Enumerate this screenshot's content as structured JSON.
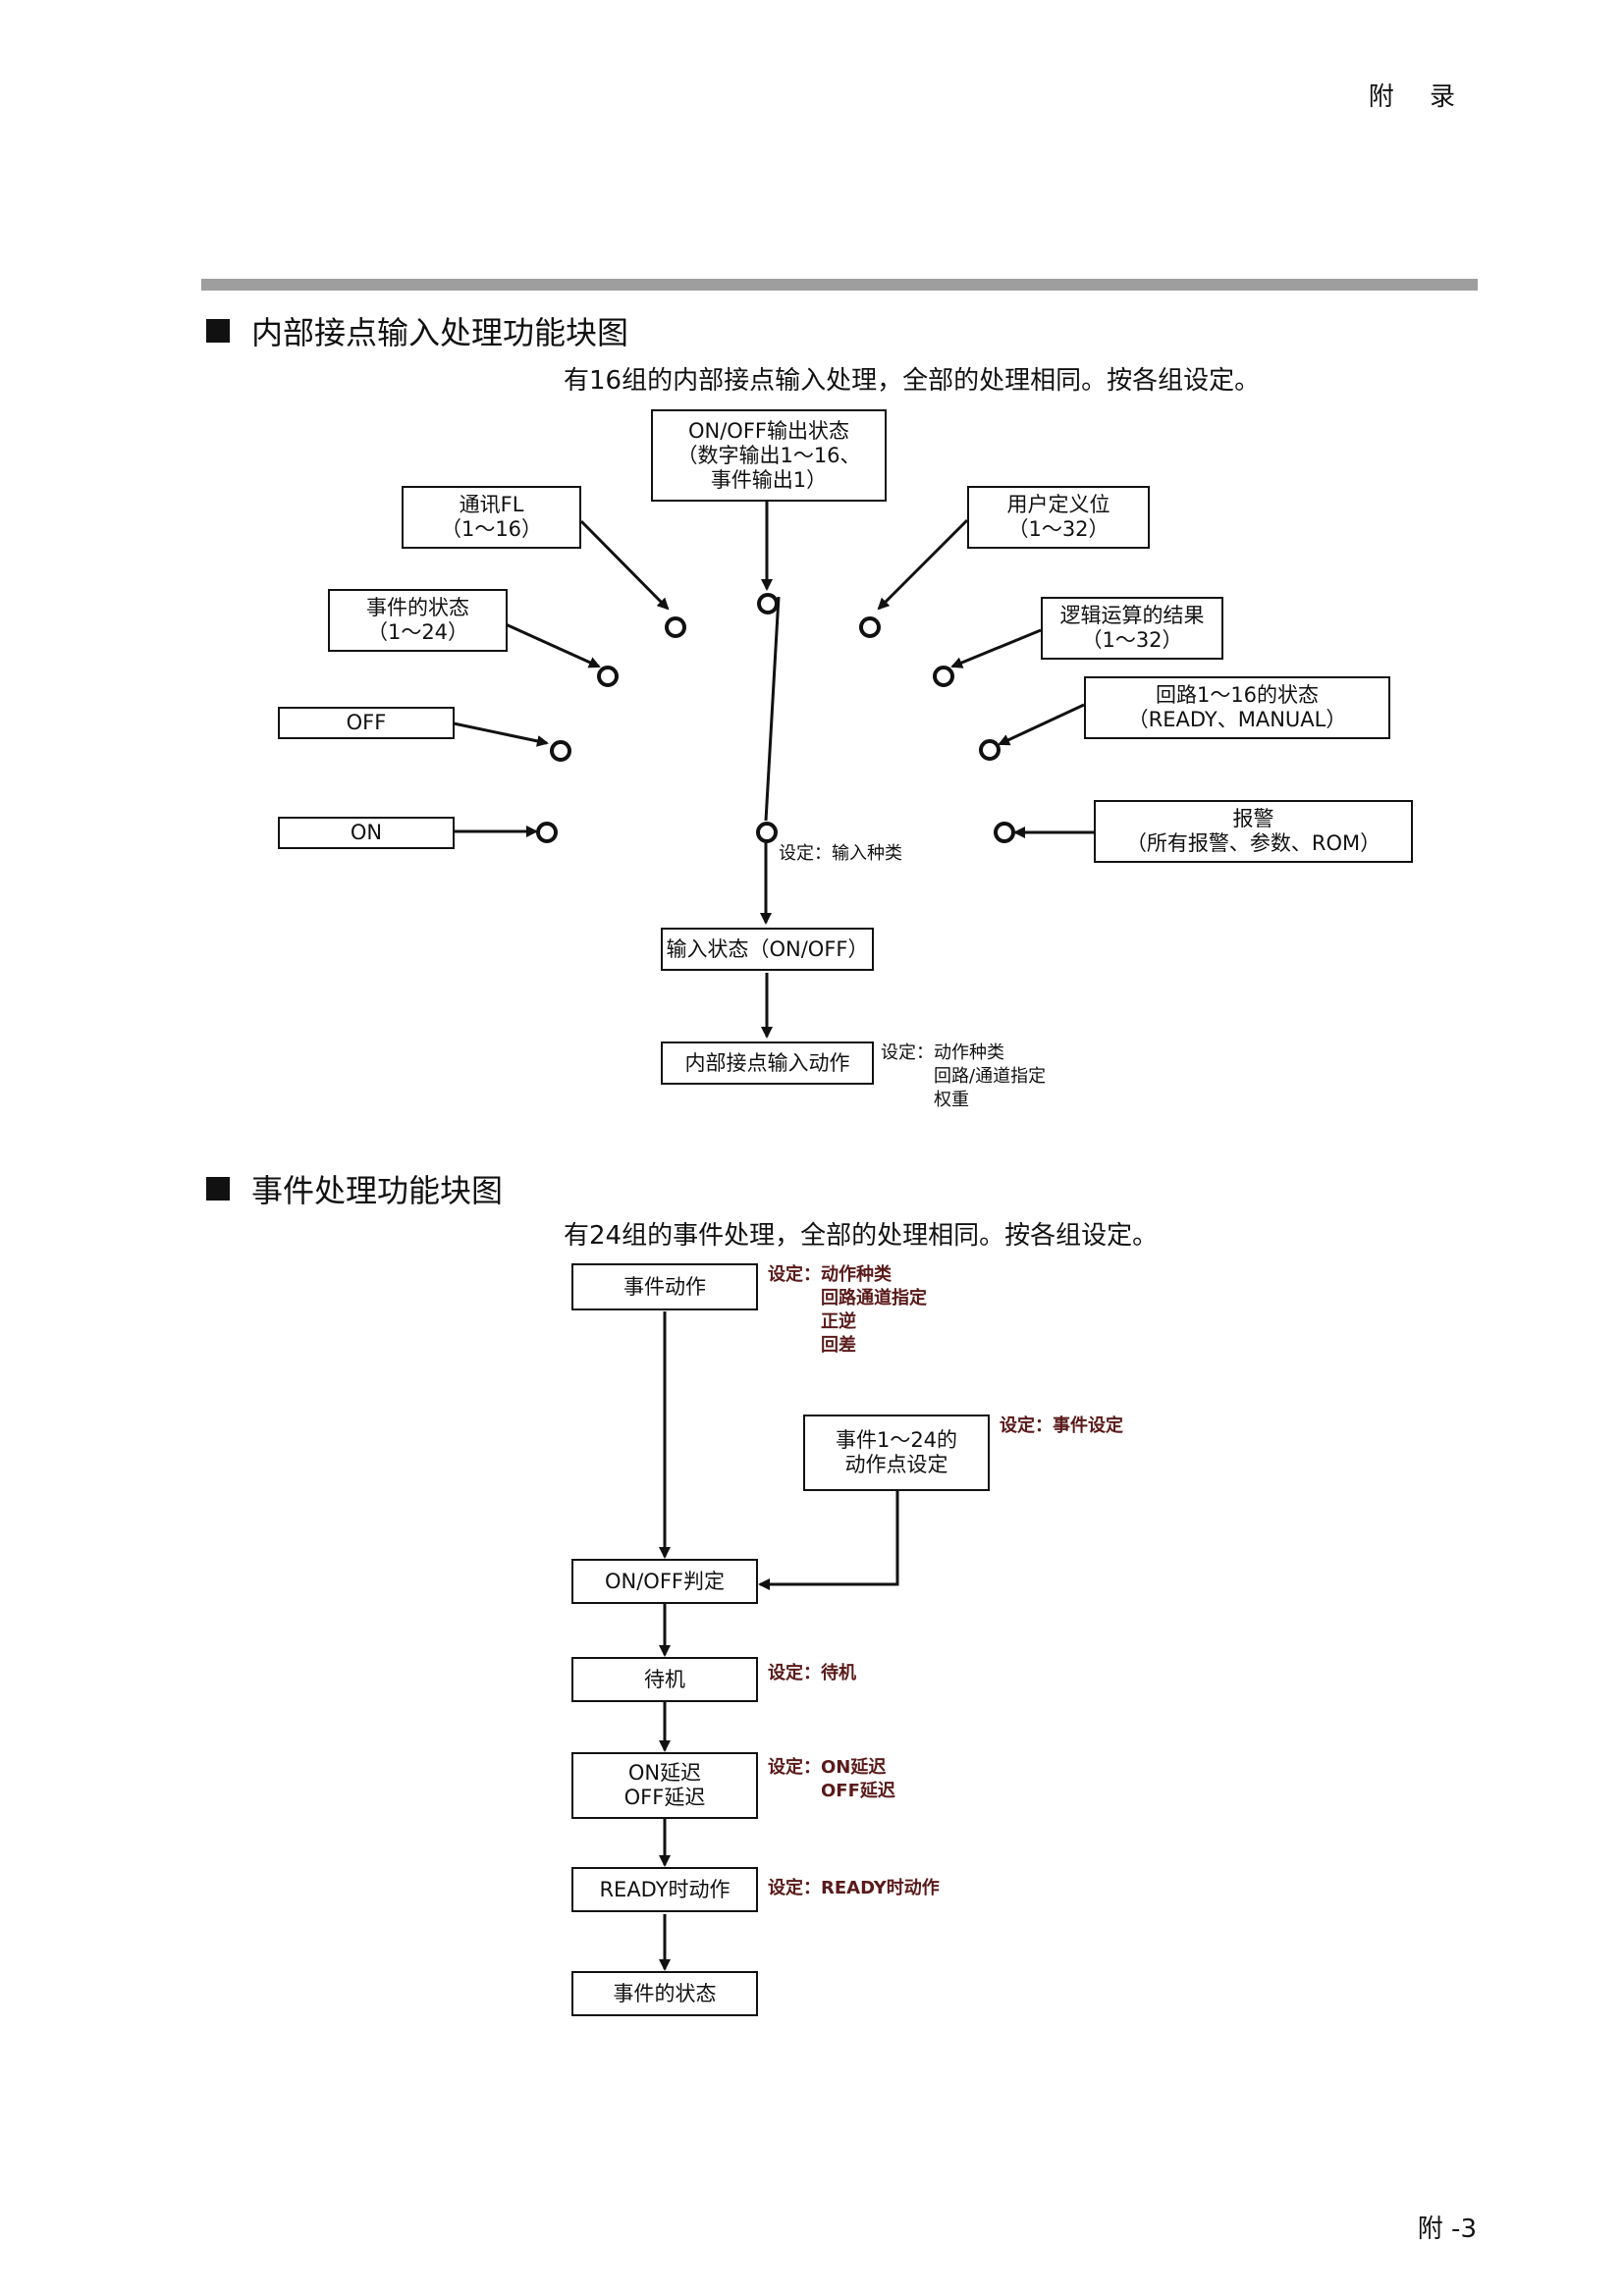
{
  "header": {
    "section": "附 录"
  },
  "page_number": "附 -3",
  "section1": {
    "title": "内部接点输入处理功能块图",
    "description": "有16组的内部接点输入处理，全部的处理相同。按各组设定。",
    "boxes": {
      "onoff_output": [
        "ON/OFF输出状态",
        "（数字输出1～16、",
        "事件输出1）"
      ],
      "comm_fl": [
        "通讯FL",
        "（1～16）"
      ],
      "event_state": [
        "事件的状态",
        "（1～24）"
      ],
      "off": [
        "OFF"
      ],
      "on": [
        "ON"
      ],
      "user_bit": [
        "用户定义位",
        "（1～32）"
      ],
      "logic_result": [
        "逻辑运算的结果",
        "（1～32）"
      ],
      "loop_state": [
        "回路1～16的状态",
        "（READY、MANUAL）"
      ],
      "alarm": [
        "报警",
        "（所有报警、参数、ROM）"
      ],
      "input_state": [
        "输入状态（ON/OFF）"
      ],
      "internal_action": [
        "内部接点输入动作"
      ]
    },
    "notes": {
      "input_type": "设定：输入种类",
      "action": "设定：动作种类\n　　　回路/通道指定\n　　　权重"
    }
  },
  "section2": {
    "title": "事件处理功能块图",
    "description": "有24组的事件处理，全部的处理相同。按各组设定。",
    "boxes": {
      "event_action": [
        "事件动作"
      ],
      "event_points": [
        "事件1～24的",
        "动作点设定"
      ],
      "onoff_judge": [
        "ON/OFF判定"
      ],
      "standby": [
        "待机"
      ],
      "delay": [
        "ON延迟",
        "OFF延迟"
      ],
      "ready_action": [
        "READY时动作"
      ],
      "event_state": [
        "事件的状态"
      ]
    },
    "notes": {
      "event_action": "设定：动作种类\n　　　回路通道指定\n　　　正逆\n　　　回差",
      "event_points": "设定：事件设定",
      "standby": "设定：待机",
      "delay": "设定：ON延迟\n　　　OFF延迟",
      "ready_action": "设定：READY时动作"
    }
  }
}
